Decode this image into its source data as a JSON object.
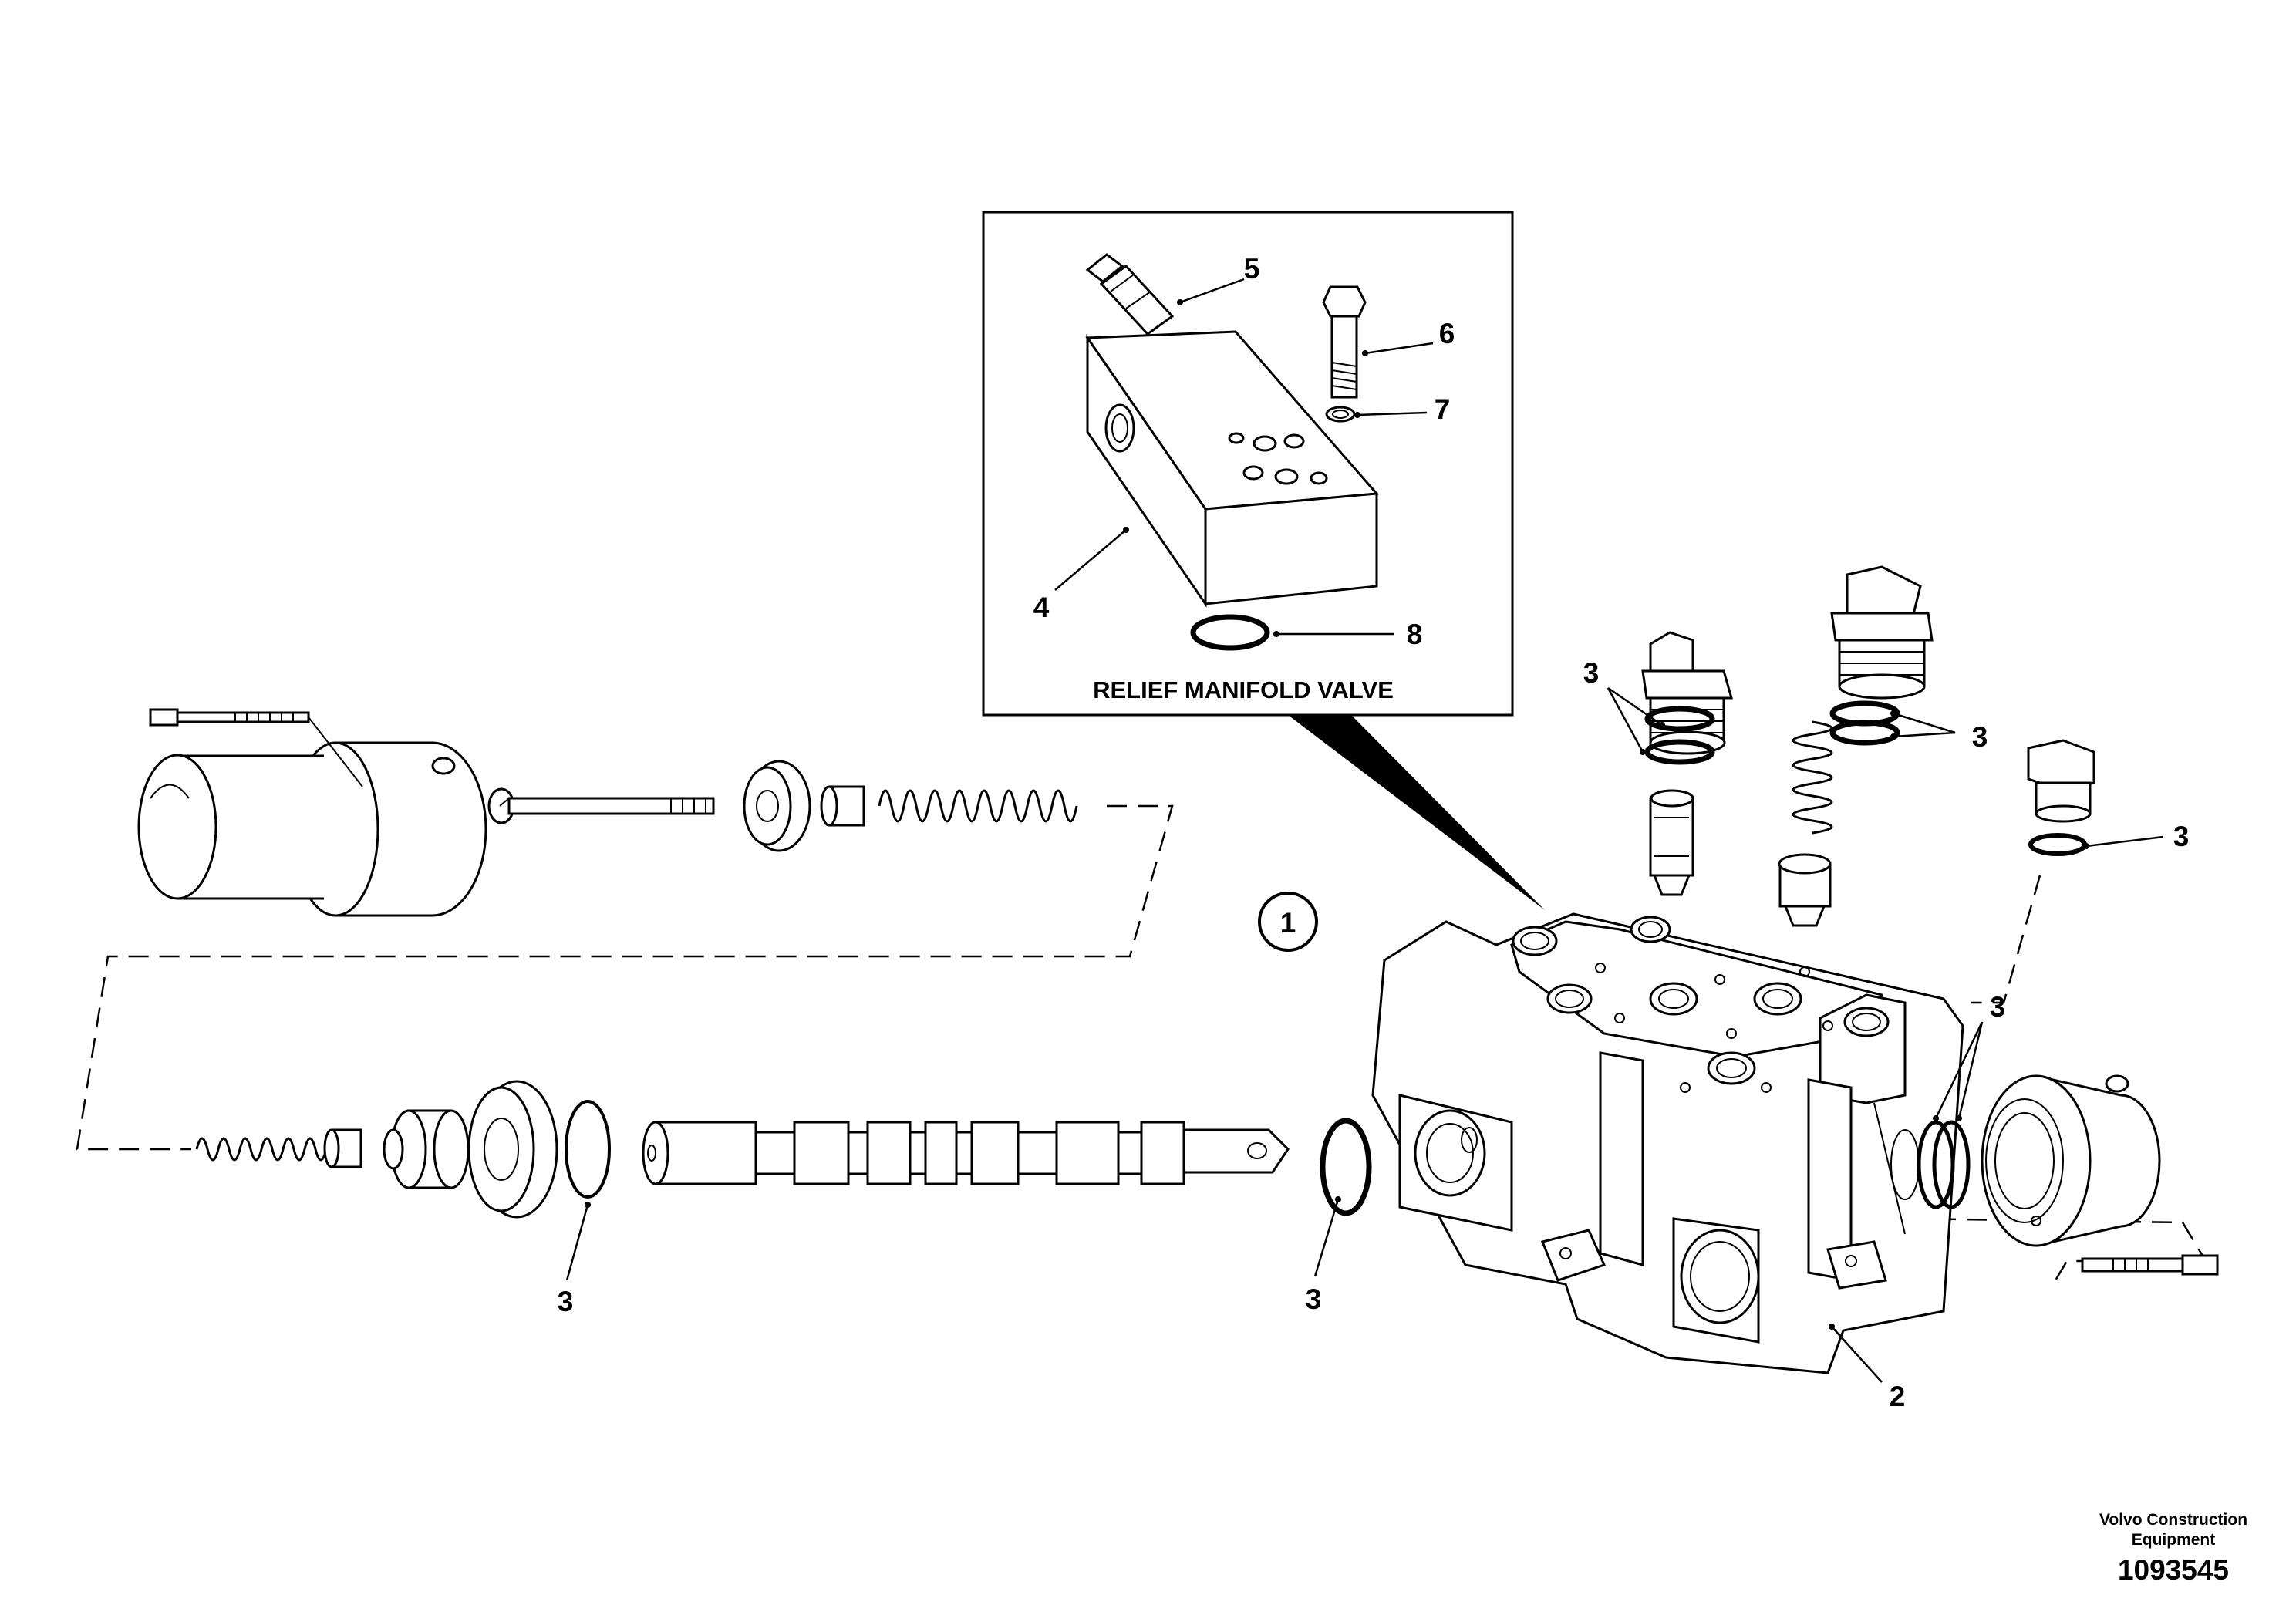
{
  "inset": {
    "title": "RELIEF MANIFOLD VALVE"
  },
  "callouts": {
    "c1": "1",
    "c2": "2",
    "c3a": "3",
    "c3b": "3",
    "c3c": "3",
    "c3d": "3",
    "c3e": "3",
    "c3f": "3",
    "c4": "4",
    "c5": "5",
    "c6": "6",
    "c7": "7",
    "c8": "8"
  },
  "footer": {
    "brand_line1": "Volvo Construction",
    "brand_line2": "Equipment",
    "figure_number": "1093545"
  }
}
